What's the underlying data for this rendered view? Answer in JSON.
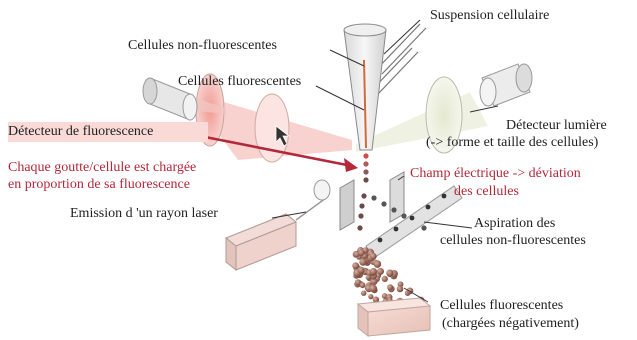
{
  "labels": {
    "suspension": "Suspension cellulaire",
    "non_fluo_top": "Cellules non-fluorescentes",
    "fluo_top": "Cellules fluorescentes",
    "detecteur_fluo": "Détecteur de fluorescence",
    "charge_line1": "Chaque goutte/cellule est chargée",
    "charge_line2": "en proportion de sa fluorescence",
    "detecteur_lumiere_line1": "Détecteur lumière",
    "detecteur_lumiere_line2": "(-> forme et taille des cellules)",
    "champ_line1": "Champ électrique -> déviation",
    "champ_line2": "des cellules",
    "laser": "Emission d 'un rayon laser",
    "aspiration_line1": "Aspiration des",
    "aspiration_line2": "cellules non-fluorescentes",
    "fluo_bottom_line1": "Cellules fluorescentes",
    "fluo_bottom_line2": "(chargées négativement)"
  },
  "colors": {
    "text": "#1f1f1f",
    "accent_red": "#b4283a",
    "fluo_beam": "#f2b8b4",
    "light_beam": "#e9edd9",
    "cell": "#8a5a4a"
  }
}
